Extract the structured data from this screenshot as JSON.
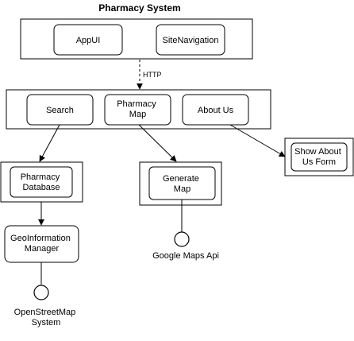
{
  "diagram": {
    "title": "Pharmacy System",
    "http_label": "HTTP",
    "boxes": {
      "app_ui": [
        "AppUI"
      ],
      "site_navigation": [
        "SiteNavigation"
      ],
      "search": [
        "Search"
      ],
      "pharmacy_map": [
        "Pharmacy",
        "Map"
      ],
      "about_us": [
        "About Us"
      ],
      "show_about_us_form": [
        "Show About",
        "Us Form"
      ],
      "pharmacy_database": [
        "Pharmacy",
        "Database"
      ],
      "generate_map": [
        "Generate",
        "Map"
      ],
      "geoinformation_manager": [
        "GeoInformation",
        "Manager"
      ]
    },
    "interfaces": {
      "google_maps_api": [
        "Google Maps Api"
      ],
      "openstreetmap_system": [
        "OpenStreetMap",
        "System"
      ]
    }
  }
}
